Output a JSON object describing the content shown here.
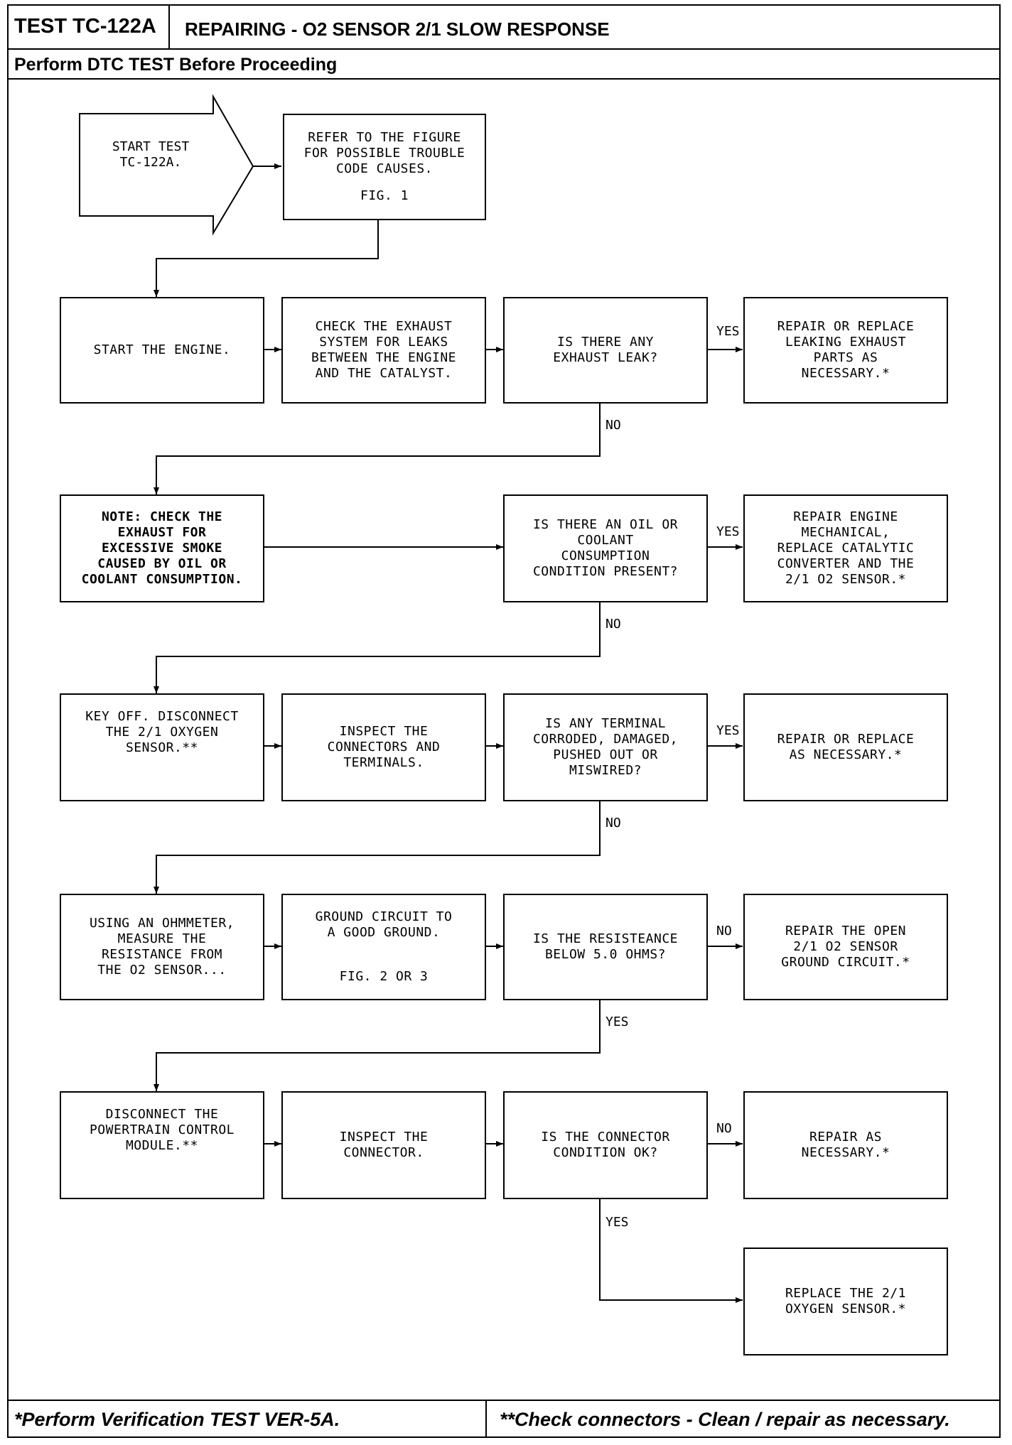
{
  "header": {
    "test_id": "TEST TC-122A",
    "title": "REPAIRING - O2 SENSOR 2/1 SLOW RESPONSE",
    "pre_note": "Perform DTC TEST Before Proceeding"
  },
  "footer": {
    "left": "*Perform Verification TEST VER-5A.",
    "right": "**Check connectors - Clean / repair as necessary."
  },
  "flow": {
    "start": "START TEST\nTC-122A.",
    "refer": "REFER TO THE FIGURE\nFOR POSSIBLE TROUBLE\nCODE CAUSES.",
    "refer_fig": "FIG. 1",
    "start_engine": "START THE ENGINE.",
    "check_exhaust": "CHECK THE EXHAUST\nSYSTEM FOR LEAKS\nBETWEEN THE ENGINE\nAND THE CATALYST.",
    "q_exhaust_leak": "IS THERE ANY\nEXHAUST LEAK?",
    "repair_exhaust": "REPAIR OR REPLACE\nLEAKING EXHAUST\nPARTS AS\nNECESSARY.*",
    "note_smoke": "NOTE: CHECK THE\nEXHAUST FOR\nEXCESSIVE SMOKE\nCAUSED BY OIL OR\nCOOLANT CONSUMPTION.",
    "q_oil_coolant": "IS THERE AN OIL OR\nCOOLANT\nCONSUMPTION\nCONDITION PRESENT?",
    "repair_engine": "REPAIR ENGINE\nMECHANICAL,\nREPLACE CATALYTIC\nCONVERTER AND THE\n2/1 O2 SENSOR.*",
    "key_off": "KEY OFF. DISCONNECT\nTHE 2/1 OXYGEN\nSENSOR.**",
    "inspect_terminals": "INSPECT THE\nCONNECTORS AND\nTERMINALS.",
    "q_terminal": "IS ANY TERMINAL\nCORRODED, DAMAGED,\nPUSHED OUT OR\nMISWIRED?",
    "repair_replace": "REPAIR OR REPLACE\nAS NECESSARY.*",
    "ohmmeter": "USING AN OHMMETER,\nMEASURE THE\nRESISTANCE FROM\nTHE O2 SENSOR...",
    "ground": "GROUND CIRCUIT TO\nA GOOD GROUND.",
    "ground_fig": "FIG. 2 OR 3",
    "q_resistance": "IS THE RESISTEANCE\nBELOW 5.0 OHMS?",
    "repair_ground": "REPAIR THE OPEN\n2/1 O2 SENSOR\nGROUND CIRCUIT.*",
    "disconnect_pcm": "DISCONNECT THE\nPOWERTRAIN CONTROL\nMODULE.**",
    "inspect_connector": "INSPECT THE\nCONNECTOR.",
    "q_connector": "IS THE CONNECTOR\nCONDITION OK?",
    "repair_as": "REPAIR AS\nNECESSARY.*",
    "replace_sensor": "REPLACE THE 2/1\nOXYGEN SENSOR.*"
  },
  "labels": {
    "yes": "YES",
    "no": "NO"
  }
}
